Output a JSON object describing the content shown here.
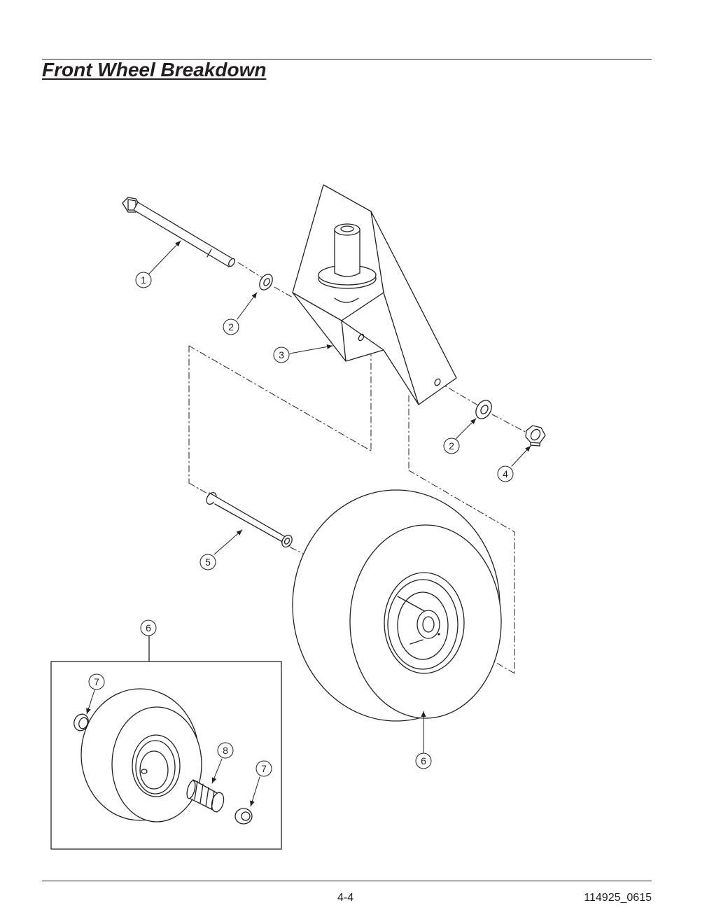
{
  "header": {
    "title": "Front Wheel Breakdown"
  },
  "footer": {
    "page_number": "4-4",
    "doc_number": "114925_0615"
  },
  "callouts": {
    "bolt": "1",
    "washer_upper": "2",
    "fork": "3",
    "washer_lower": "2",
    "locknut": "4",
    "spacer": "5",
    "wheel_assembly": "6",
    "wheel": "6",
    "bearing_left": "7",
    "bearing_right": "7",
    "bushing": "8"
  },
  "colors": {
    "line": "#231f20",
    "background": "#ffffff"
  }
}
